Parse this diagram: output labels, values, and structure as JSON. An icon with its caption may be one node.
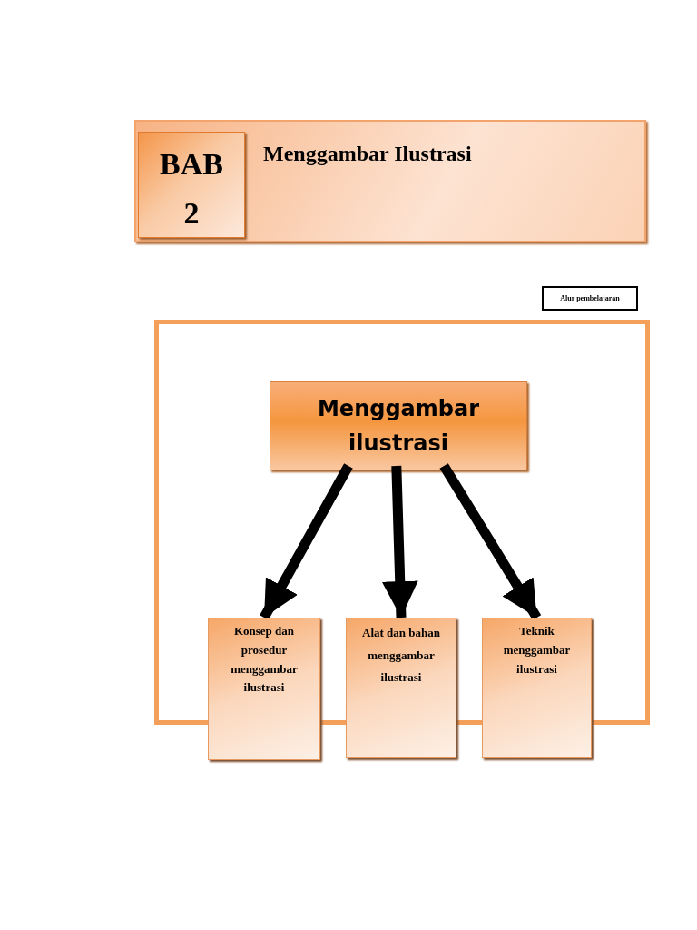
{
  "diagram": {
    "nodes": [
      {
        "text": [
          "Menggambar Ilustrasi"
        ]
      },
      {
        "text": [
          "BAB 2"
        ],
        "in": 0
      },
      {
        "text": [
          "Alur pembelajaran"
        ]
      },
      {
        "text": [],
        "shape": "box"
      },
      {
        "text": [
          "Menggambar ilustrasi"
        ],
        "in": 3
      },
      {
        "text": [
          "Konsep dan prosedur menggambar ilustrasi"
        ]
      },
      {
        "text": [
          "Alat dan bahan menggambar ilustrasi"
        ]
      },
      {
        "text": [
          "Teknik menggambar ilustrasi"
        ]
      }
    ],
    "edges": [
      {
        "from": 4,
        "to": 5,
        "arrow": "to"
      },
      {
        "from": 4,
        "to": 6,
        "arrow": "to"
      },
      {
        "from": 4,
        "to": 7,
        "arrow": "to"
      }
    ]
  }
}
